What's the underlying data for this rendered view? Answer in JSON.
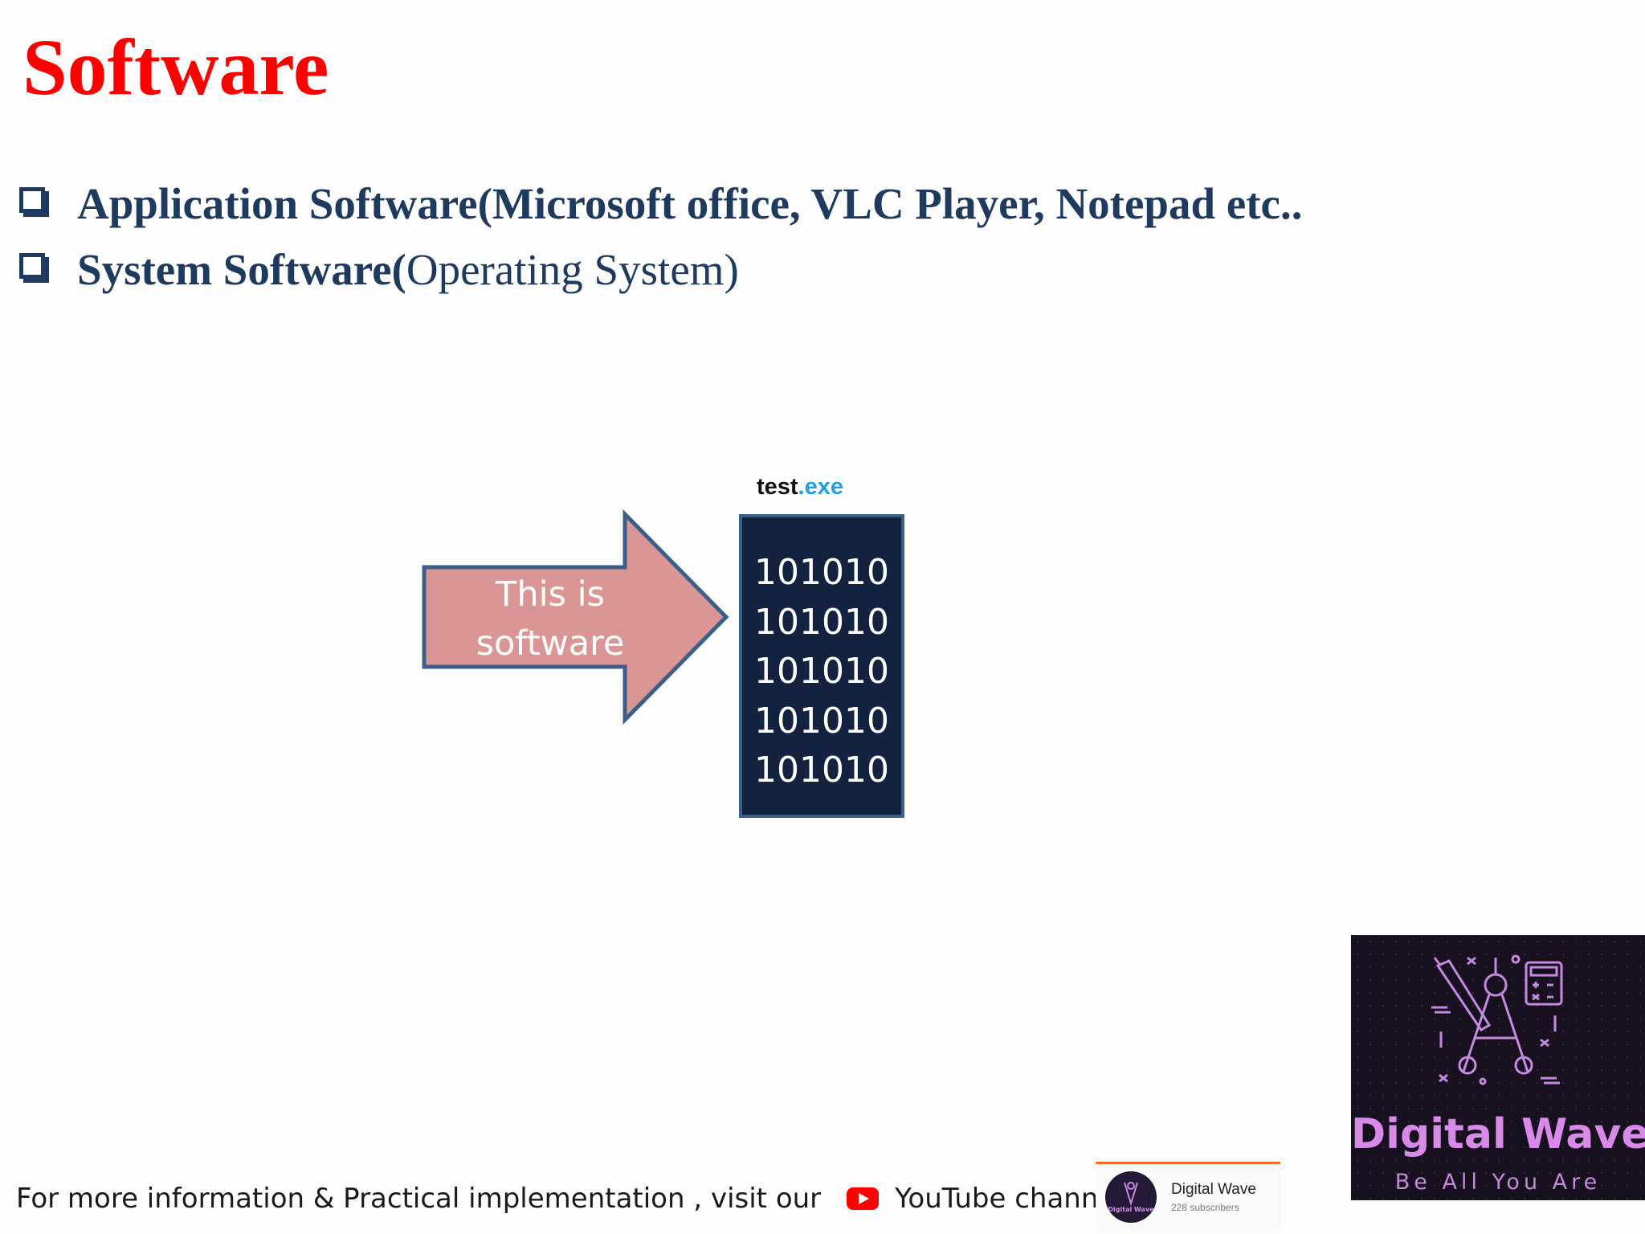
{
  "slide": {
    "title": "Software",
    "bullets": [
      {
        "bold": "Application Software(Microsoft office, VLC Player, Notepad etc..",
        "regular": ""
      },
      {
        "bold": "System Software(",
        "regular": "Operating System)"
      }
    ]
  },
  "diagram": {
    "file_name": "test",
    "file_ext": ".exe",
    "arrow_line1": "This is",
    "arrow_line2": "software",
    "binary_lines": [
      "101010",
      "101010",
      "101010",
      "101010",
      "101010"
    ]
  },
  "footer": {
    "text_before": "For more information & Practical implementation , visit our",
    "icon": "youtube-icon",
    "text_after": "YouTube channel."
  },
  "channel_card": {
    "name": "Digital Wave",
    "subscribers": "228 subscribers",
    "avatar_text": "Digital Wave"
  },
  "logo": {
    "name": "Digital Wave",
    "tagline": "Be All You Are"
  },
  "colors": {
    "title": "#ff0000",
    "bullet_text": "#1f3a5f",
    "arrow_fill": "#d99694",
    "arrow_stroke": "#3c5f8a",
    "binary_box": "#13233f",
    "exe_ext": "#1aa3e0",
    "logo_bg": "#17101f",
    "logo_text": "#d78ae8"
  }
}
